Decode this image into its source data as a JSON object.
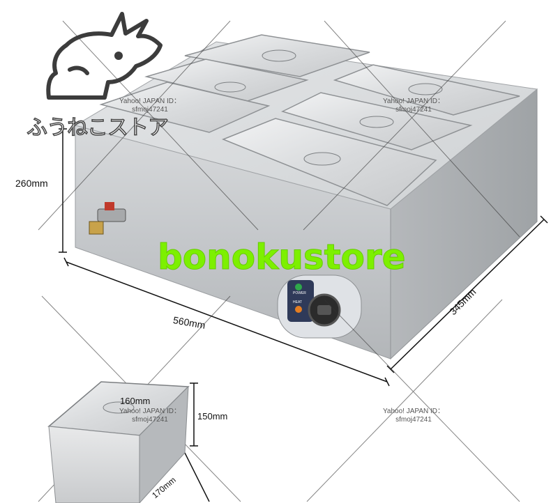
{
  "logo": {
    "text": "ふうねこストア"
  },
  "watermark": {
    "lines": [
      "Yahoo! JAPAN ID：",
      "sfmoj47241"
    ]
  },
  "brand_overlay": "bonokustore",
  "dimensions": {
    "height_main": "260mm",
    "width_main": "560mm",
    "depth_main": "345mm",
    "pan_width": "160mm",
    "pan_height": "150mm",
    "pan_depth": "170mm"
  },
  "control_panel": {
    "power_label": "POWER",
    "heat_label": "HEAT"
  }
}
